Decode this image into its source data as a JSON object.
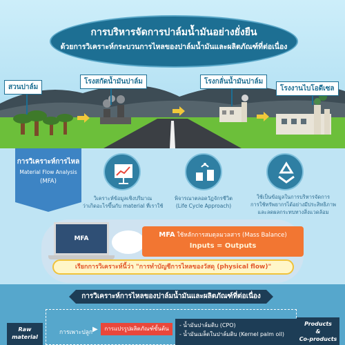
{
  "header": {
    "title": "การบริหารจัดการปาล์มน้ำมันอย่างยั่งยืน",
    "subtitle": "ด้วยการวิเคราะห์กระบวนการไหลของปาล์มน้ำมันและผลิตภัณฑ์ที่ต่อเนื่อง"
  },
  "scene_labels": {
    "plantation": "สวนปาล์ม",
    "extraction": "โรงสกัดน้ำมันปาล์ม",
    "refinery": "โรงกลั่นน้ำมันปาล์ม",
    "biodiesel": "โรงงานไบโอดีเซล"
  },
  "mfa_badge": {
    "line1": "การวิเคราะห์การไหล",
    "line2": "Material Flow Analysis",
    "line3": "(MFA)"
  },
  "features": [
    {
      "icon": "chart-icon",
      "caption_l1": "วิเคราะห์ข้อมูลเชิงปริมาณ",
      "caption_l2": "ว่าเกิดอะไรขึ้นกับ material ที่เราใช้"
    },
    {
      "icon": "lifecycle-icon",
      "caption_l1": "พิจารณาตลอดวัฏจักรชีวิต",
      "caption_l2": "(Life Cycle Approach)"
    },
    {
      "icon": "recycle-icon",
      "caption_l1": "ใช้เป็นข้อมูลในการบริหารจัดการ",
      "caption_l2": "การใช้ทรัพยากรได้อย่างมีประสิทธิภาพ",
      "caption_l3": "และลดผลกระทบทางสิ่งแวดล้อม"
    }
  ],
  "mfa_box": {
    "screen_label": "MFA",
    "principle_bold": "MFA",
    "principle_text": "ใช้หลักการสมดุลมวลสาร (Mass Balance)",
    "equation": "Inputs = Outputs",
    "physical_flow": "เรียกการวิเคราะห์นี้ว่า \"การทำบัญชีการไหลของวัสดุ (physical flow)\""
  },
  "flow_section": {
    "banner": "การวิเคราะห์การไหลของปาล์มน้ำมันและผลิตภัณฑ์ที่ต่อเนื่อง",
    "raw_l1": "Raw",
    "raw_l2": "material",
    "step1": "การเพาะปลูก",
    "step2": "การแปรรูปผลิตภัณฑ์ขั้นต้น",
    "output1": "- น้ำมันปาล์มดิบ (CPO)",
    "output2": "- น้ำมันเมล็ดในปาล์มดิบ (Kernel palm oil)",
    "products_l1": "Products",
    "products_l2": "&",
    "products_l3": "Co-products"
  },
  "colors": {
    "title_bg": "#1d6f93",
    "accent_orange": "#f27632",
    "dark_navy": "#1d3d56",
    "mfa_blue": "#3d84c4",
    "grass": "#6cbf3a"
  }
}
